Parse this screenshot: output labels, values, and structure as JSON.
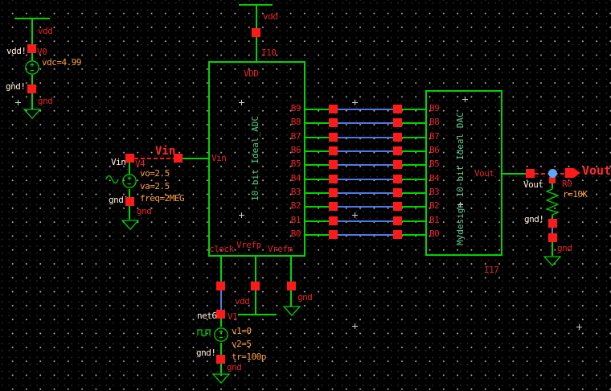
{
  "colors": {
    "background": "#000000",
    "wire_green": "#00d400",
    "bit_wire_blue": "#5078e6",
    "pin_red": "#ff1a1a",
    "label_red": "#e42525",
    "param_orange": "#ffa040",
    "net_white": "#ffeedd",
    "title_green": "#5ad08e",
    "highlight_blue": "#58aaff"
  },
  "bits": [
    "B9",
    "B8",
    "B7",
    "B6",
    "B5",
    "B4",
    "B3",
    "B2",
    "B1",
    "B0"
  ],
  "supply_v0": {
    "rail_label": "vdd",
    "net_top": "vdd!",
    "instance": "V0",
    "param": "vdc=4.99",
    "net_bottom": "gnd!",
    "gnd_label": "gnd"
  },
  "adc": {
    "instance": "I10",
    "rail_label": "vdd",
    "title": "10-bit Ideal_ADC",
    "pin_vdd": "VDD",
    "pin_vin": "Vin",
    "pin_clock": "clock",
    "pin_vrefp": "Vrefp",
    "pin_vrefm": "Vrefm"
  },
  "dac": {
    "instance": "I17",
    "title": "Mydesign 10-bit Ideal DAC",
    "pin_vout": "Vout"
  },
  "vin_source": {
    "net": "Vin",
    "wire_label": "Vin",
    "instance": "V4",
    "params": [
      "vo=2.5",
      "va=2.5",
      "freq=2MEG"
    ],
    "net_gnd": "gnd!",
    "gnd_label": "gnd"
  },
  "clk_source": {
    "net": "net6",
    "instance": "V1",
    "params": [
      "v1=0",
      "v2=5",
      "tr=100p"
    ],
    "net_gnd": "gnd!",
    "gnd_label": "gnd",
    "vrefp_rail_label": "vdd",
    "vrefm_gnd_label": "gnd"
  },
  "output": {
    "port": "Vout",
    "net": "Vout",
    "instance": "R0",
    "param": "r=10K",
    "net_gnd": "gnd!",
    "gnd_label": "gnd"
  }
}
